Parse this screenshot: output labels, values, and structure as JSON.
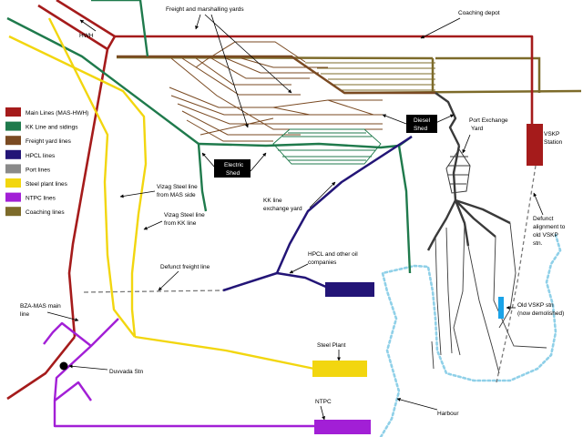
{
  "colors": {
    "main": "#a51b1b",
    "kk": "#1f7a4c",
    "freight": "#7a4a22",
    "hpcl": "#231577",
    "port": "#3a3a3a",
    "steel": "#f2d60f",
    "ntpc": "#a21fd6",
    "coaching": "#7d6b2a",
    "harbour": "#8fd0e8",
    "old_vskp": "#1aa3e8",
    "defunct": "#7a7a7a",
    "black": "#000000"
  },
  "legend": [
    {
      "label": "Main Lines (MAS-HWH)",
      "color": "#a51b1b"
    },
    {
      "label": "KK Line and sidings",
      "color": "#1f7a4c"
    },
    {
      "label": "Freight yard lines",
      "color": "#7a4a22"
    },
    {
      "label": "HPCL lines",
      "color": "#231577"
    },
    {
      "label": "Port lines",
      "color": "#8a8a8a"
    },
    {
      "label": "Steel plant lines",
      "color": "#f2d60f"
    },
    {
      "label": "NTPC lines",
      "color": "#a21fd6"
    },
    {
      "label": "Coaching lines",
      "color": "#7d6b2a"
    }
  ],
  "labels": {
    "hwh": "HWH",
    "freight_yards": "Freight and marshalling yards",
    "coaching_depot": "Coaching depot",
    "diesel_shed_1": "Diesel",
    "diesel_shed_2": "Shed",
    "electric_shed_1": "Electric",
    "electric_shed_2": "Shed",
    "port_exchange_1": "Port Exchange",
    "port_exchange_2": "Yard",
    "vskp_station_1": "VSKP",
    "vskp_station_2": "Station",
    "vizag_mas_1": "Vizag Steel line",
    "vizag_mas_2": "from MAS side",
    "vizag_kk_1": "Vizag Steel line",
    "vizag_kk_2": "from KK line",
    "kk_exchange_1": "KK line",
    "kk_exchange_2": "exchange yard",
    "defunct_alignment_1": "Defunct",
    "defunct_alignment_2": "alignment to",
    "defunct_alignment_3": "old VSKP",
    "defunct_alignment_4": "stn.",
    "defunct_freight": "Defunct freight line",
    "hpcl_1": "HPCL and other oil",
    "hpcl_2": "companies",
    "bza_1": "BZA-MAS main",
    "bza_2": "line",
    "old_vskp_1": "Old VSKP stn",
    "old_vskp_2": "(now demolished)",
    "steel_plant": "Steel Plant",
    "duvvada": "Duvvada Stn",
    "ntpc": "NTPC",
    "harbour": "Harbour"
  }
}
